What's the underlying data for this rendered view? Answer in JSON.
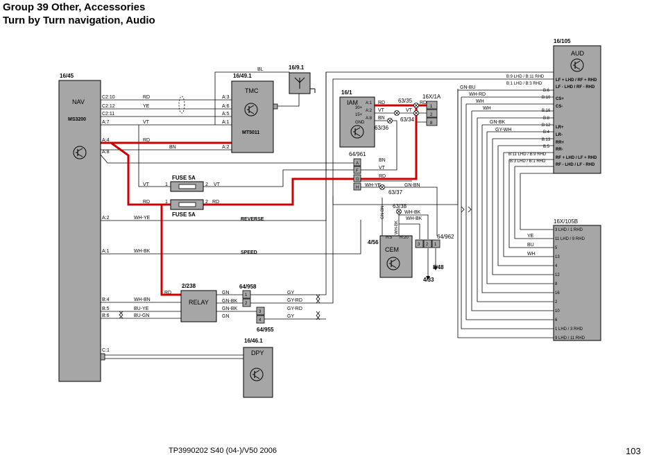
{
  "header": {
    "line1": "Group 39 Other, Accessories",
    "line2": "Turn by Turn navigation, Audio"
  },
  "footer": {
    "doc_ref": "TP3990202 S40 (04-)/V50 2006",
    "page_number": "103"
  },
  "colors": {
    "module_fill": "#a6a6a6",
    "highlight_wire": "#cc0000",
    "wire": "#000000"
  },
  "components": {
    "nav": {
      "ref": "16/45",
      "name": "NAV",
      "model": "MS3200"
    },
    "tmc": {
      "ref": "16/49.1",
      "name": "TMC",
      "model": "MT5011"
    },
    "antenna": {
      "ref": "16/9.1"
    },
    "iam": {
      "ref": "16/1",
      "name": "IAM"
    },
    "aud": {
      "ref": "16/105",
      "name": "AUD"
    },
    "cem": {
      "ref": "4/56",
      "name": "CEM"
    },
    "relay": {
      "ref": "2/238",
      "name": "RELAY"
    },
    "dpy": {
      "ref": "16/46.1",
      "name": "DPY"
    },
    "fuse1": {
      "label": "FUSE 5A"
    },
    "fuse2": {
      "label": "FUSE 5A"
    },
    "conn_16x105b": {
      "ref": "16X/105B"
    },
    "conn_16x1a": {
      "ref": "16X/1A"
    },
    "conn_64_961": {
      "ref": "64/961"
    },
    "conn_64_962": {
      "ref": "64/962"
    },
    "conn_64_958": {
      "ref": "64/958"
    },
    "conn_64_955": {
      "ref": "64/955"
    },
    "splice_63_35": {
      "ref": "63/35"
    },
    "splice_63_34": {
      "ref": "63/34"
    },
    "splice_63_36": {
      "ref": "63/36"
    },
    "splice_63_37": {
      "ref": "63/37"
    },
    "splice_63_38": {
      "ref": "63/38"
    },
    "ground_8_48": {
      "ref": "8/48"
    },
    "ground_4_33": {
      "ref": "4/33"
    }
  },
  "labels": {
    "nav_pins": [
      "C2:10",
      "C2:12",
      "C2:11",
      "A:7",
      "A:4",
      "A:8",
      "A:2",
      "A:1",
      "B:4",
      "B:5",
      "B:6",
      "C:1"
    ],
    "tmc_pins": [
      "A:3",
      "A:6",
      "A:5",
      "A:1",
      "A:2"
    ],
    "iam_pins": [
      "A:1",
      "30+",
      "A:2",
      "15+",
      "A:8",
      "GND"
    ],
    "iam_connector": [
      "A",
      "F",
      "G",
      "H"
    ],
    "conn_16x1a_pins": [
      "1",
      "2",
      "8"
    ],
    "cem_pins": [
      "H:5",
      "H:20"
    ],
    "conn_64_962_pins": [
      "3",
      "2",
      "1"
    ],
    "conn_64_958_pins": [
      "1",
      "2"
    ],
    "conn_64_955_pins": [
      "3",
      "4"
    ],
    "fuse_pins": [
      "1",
      "2",
      "1",
      "2"
    ],
    "aud_pins": [
      "B:9 LHD / B:11 RHD",
      "B:1 LHD / B:3 RHD",
      "B:6",
      "B:10",
      "B:16",
      "B:8",
      "B:12",
      "B:4",
      "B:13",
      "B:5",
      "B:11 LHD / B:9 RHD",
      "B:3 LHD / B:1 RHD"
    ],
    "aud_signals": [
      "LF + LHD / RF + RHD",
      "LF - LHD / RF - RHD",
      "CS+",
      "CS-",
      "LR+",
      "LR-",
      "RR+",
      "RR-",
      "RF + LHD / LF + RHD",
      "RF - LHD / LF - RHD"
    ],
    "conn_16x105b_pins": [
      "3 LHD / 1 RHD",
      "11 LHD / 9 RHD",
      "5",
      "13",
      "4",
      "12",
      "8",
      "16",
      "2",
      "10",
      "6",
      "1 LHD / 3 RHD",
      "9 LHD / 11 RHD"
    ],
    "wire_colors": {
      "bl": "BL",
      "rd": "RD",
      "ye": "YE",
      "vt": "VT",
      "bn": "BN",
      "wh_ye": "WH-YE",
      "wh_bk": "WH-BK",
      "wh_bn": "WH-BN",
      "bu_ye": "BU-YE",
      "bu_gn": "BU-GN",
      "gn": "GN",
      "gn_bk": "GN-BK",
      "gy": "GY",
      "gy_rd": "GY-RD",
      "gn_bn": "GN-BN",
      "gn_bu": "GN-BU",
      "wh_rd": "WH-RD",
      "wh": "WH",
      "gy_wh": "GY-WH",
      "bu": "BU"
    },
    "signal_names": {
      "reverse": "REVERSE",
      "speed": "SPEED"
    }
  }
}
